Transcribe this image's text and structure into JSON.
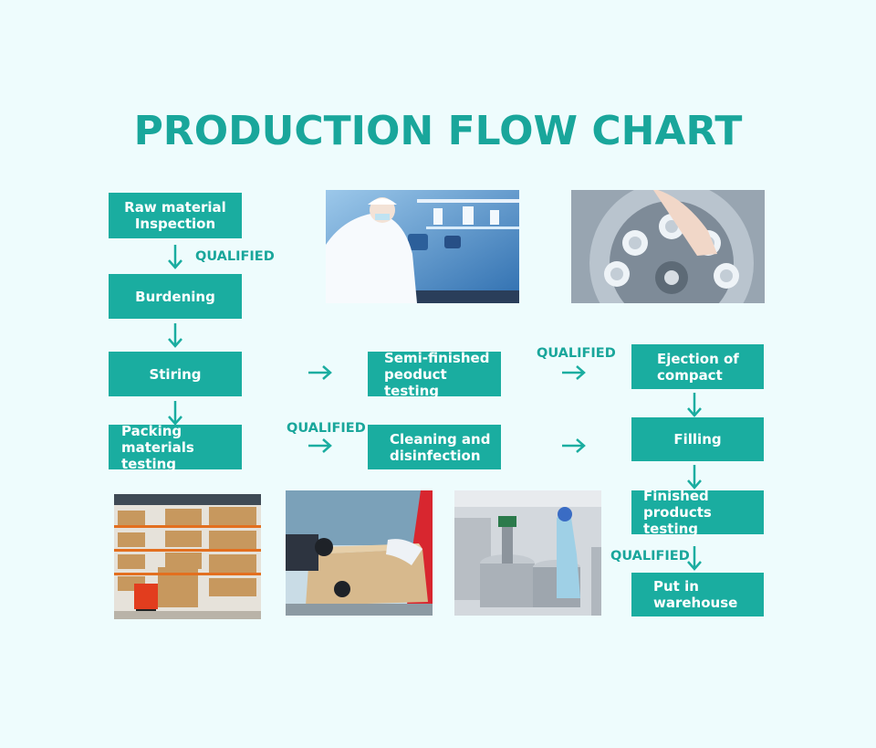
{
  "title": "PRODUCTION FLOW CHART",
  "accent_color": "#1aada0",
  "background_color": "#eefcfd",
  "steps": {
    "raw_material": "Raw material\nInspection",
    "burdening": "Burdening",
    "stiring": "Stiring",
    "packing": "Packing\nmaterials testing",
    "semi_finished": "Semi-finished\npeoduct testing",
    "cleaning": "Cleaning and\ndisinfection",
    "ejection": "Ejection of\ncompact",
    "filling": "Filling",
    "finished": "Finished\nproducts testing",
    "warehouse": "Put in\nwarehouse"
  },
  "qualified_labels": {
    "after_raw_material": "QUALIFIED",
    "before_ejection": "QUALIFIED",
    "after_packing": "QUALIFIED",
    "after_finished": "QUALIFIED"
  },
  "photos": [
    "lab-technician-photo",
    "centrifuge-photo",
    "warehouse-shelves-photo",
    "carton-sealing-photo",
    "mixing-tank-photo"
  ]
}
